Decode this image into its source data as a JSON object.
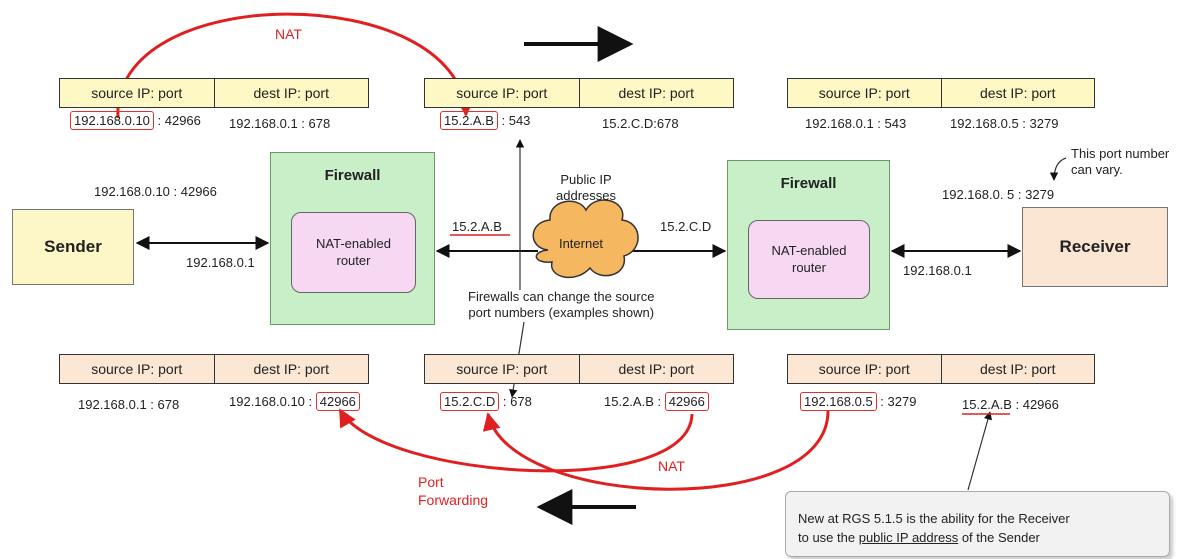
{
  "nat_labels": {
    "top": "NAT",
    "bottom": "NAT"
  },
  "port_forwarding_label": [
    "Port",
    "Forwarding"
  ],
  "header": {
    "source": "source IP: port",
    "dest": "dest IP: port"
  },
  "top_row": [
    {
      "src_prefix": "",
      "src_box": "192.168.0.10",
      "src_suffix": " : 42966",
      "dest": "192.168.0.1 : 678"
    },
    {
      "src_prefix": "",
      "src_box": "15.2.A.B",
      "src_suffix": " : 543",
      "dest": "15.2.C.D:678"
    },
    {
      "src_prefix": "",
      "src_box": "",
      "src_suffix": "192.168.0.1 : 543",
      "dest": "192.168.0.5 : 3279"
    }
  ],
  "bottom_row": [
    {
      "src": "192.168.0.1 : 678",
      "dest_prefix": "192.168.0.10 : ",
      "dest_box": "42966"
    },
    {
      "src_box": "15.2.C.D",
      "src_suffix": " : 678",
      "dest_prefix": "15.2.A.B : ",
      "dest_box": "42966"
    },
    {
      "src_box": "192.168.0.5",
      "src_suffix": " : 3279",
      "dest_prefix": "15.2.A.B",
      "dest_suffix": " : 42966"
    }
  ],
  "sender": {
    "label": "Sender",
    "addr_top": "192.168.0.10 : 42966",
    "addr_bottom": "192.168.0.1"
  },
  "receiver": {
    "label": "Receiver",
    "addr_top": "192.168.0. 5 : 3279",
    "addr_bottom": "192.168.0.1"
  },
  "firewall_left": {
    "title": "Firewall",
    "router": [
      "NAT-enabled",
      "router"
    ]
  },
  "firewall_right": {
    "title": "Firewall",
    "router": [
      "NAT-enabled",
      "router"
    ]
  },
  "internet": {
    "label": "Internet",
    "public_ip": [
      "Public IP",
      "addresses"
    ],
    "left_ip": "15.2.A.B",
    "right_ip": "15.2.C.D"
  },
  "port_note": [
    "This port number",
    "can vary."
  ],
  "firewall_note": [
    "Firewalls can change the source",
    "port numbers (examples shown)"
  ],
  "callout": {
    "line1": "New at RGS 5.1.5 is the ability for the Receiver",
    "line2_prefix": "to use the ",
    "line2_underlined": "public IP address",
    "line2_suffix": " of the Sender"
  },
  "colors": {
    "red": "#e02020",
    "yellow_cell": "#fdf8c4",
    "peach_cell": "#fbe7d3",
    "firewall": "#c9efc9",
    "router": "#f7d8f3",
    "cloud": "#f5b760"
  }
}
